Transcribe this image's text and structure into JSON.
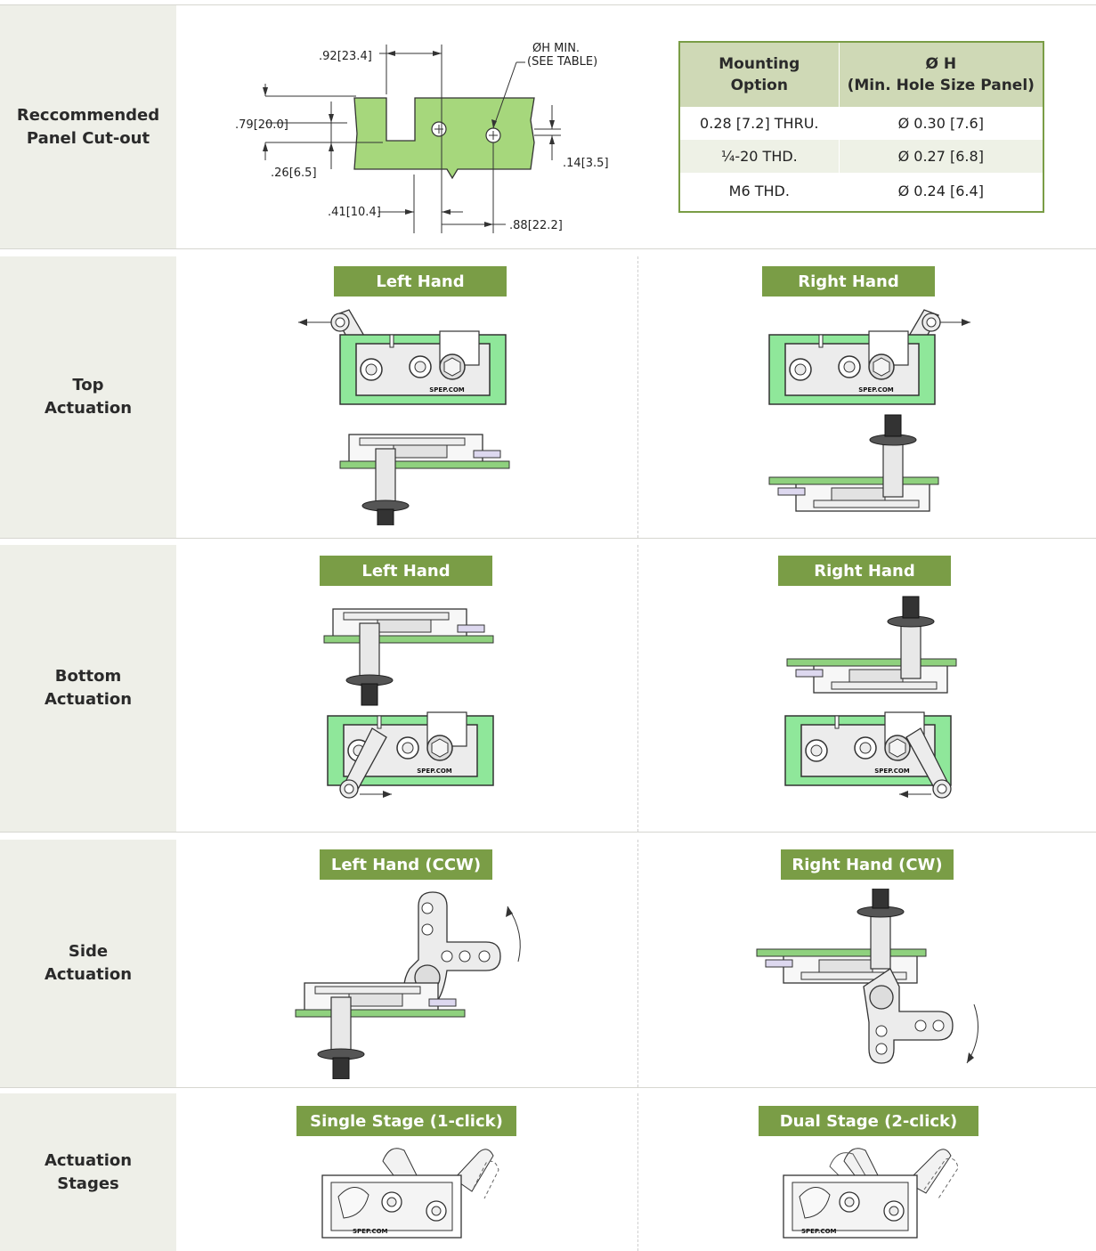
{
  "rows": {
    "cutout": {
      "label_line1": "Reccommended",
      "label_line2": "Panel Cut-out"
    },
    "top": {
      "label_line1": "Top",
      "label_line2": "Actuation",
      "left_tag": "Left Hand",
      "right_tag": "Right Hand"
    },
    "bottom": {
      "label_line1": "Bottom",
      "label_line2": "Actuation",
      "left_tag": "Left Hand",
      "right_tag": "Right Hand"
    },
    "side": {
      "label_line1": "Side",
      "label_line2": "Actuation",
      "left_tag": "Left Hand (CCW)",
      "right_tag": "Right Hand (CW)"
    },
    "stages": {
      "label_line1": "Actuation",
      "label_line2": "Stages",
      "left_tag": "Single Stage (1-click)",
      "right_tag": "Dual Stage (2-click)"
    }
  },
  "drawing": {
    "dim_092": ".92",
    "dim_092_mm": "23.4",
    "dim_079": ".79",
    "dim_079_mm": "20.0",
    "dim_026": ".26",
    "dim_026_mm": "6.5",
    "dim_014": ".14",
    "dim_014_mm": "3.5",
    "dim_041": ".41",
    "dim_041_mm": "10.4",
    "dim_088": ".88",
    "dim_088_mm": "22.2",
    "hole_note_line1": "ØH MIN.",
    "hole_note_line2": "(SEE TABLE)",
    "stamp": "SPEP.COM"
  },
  "mounting_table": {
    "header_col1_line1": "Mounting",
    "header_col1_line2": "Option",
    "header_col2_line1": "Ø H",
    "header_col2_line2": "(Min. Hole Size Panel)",
    "rows": [
      {
        "option": "0.28 [7.2] THRU.",
        "hole": "Ø 0.30 [7.6]"
      },
      {
        "option": "¼-20 THD.",
        "hole": "Ø 0.27 [6.8]"
      },
      {
        "option": "M6 THD.",
        "hole": "Ø 0.24 [6.4]"
      }
    ]
  },
  "colors": {
    "accent": "#7a9d46",
    "panel_green": "#a6d77c",
    "latch_green": "#8fe79a",
    "label_bg": "#eeefe8"
  }
}
